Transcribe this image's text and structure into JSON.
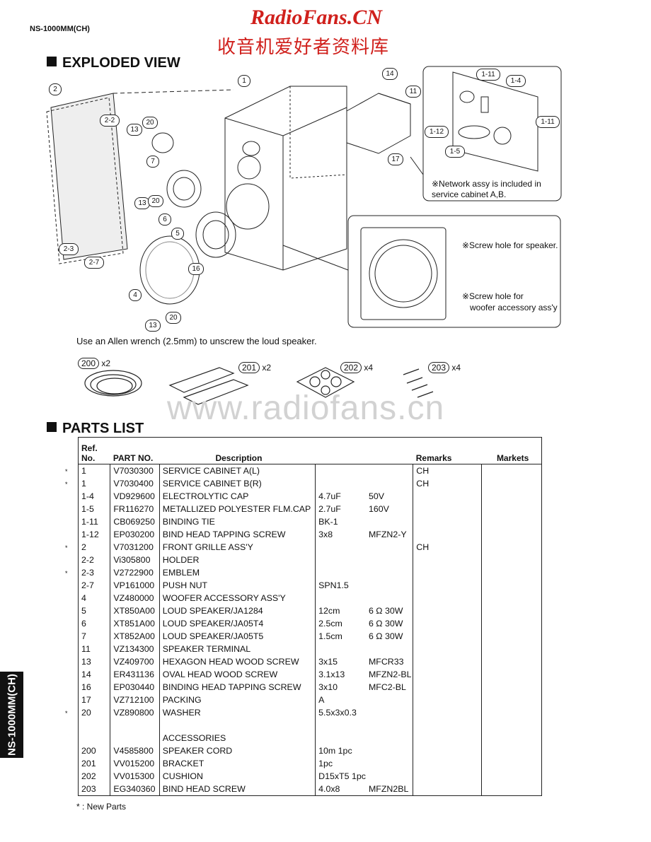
{
  "header": {
    "model_code": "NS-1000MM(CH)",
    "watermark_title": "RadioFans.CN",
    "watermark_cn": "收音机爱好者资料库"
  },
  "exploded_view": {
    "title": "EXPLODED VIEW",
    "callouts": [
      "1",
      "2",
      "2-2",
      "2-3",
      "2-7",
      "4",
      "5",
      "6",
      "7",
      "11",
      "13",
      "13",
      "13",
      "14",
      "16",
      "17",
      "20",
      "20",
      "20",
      "1-11",
      "1-4",
      "1-11",
      "1-12",
      "1-5"
    ],
    "network_note": "※Network assy is included in service cabinet A,B.",
    "screw_note_speaker": "※Screw hole for speaker.",
    "screw_note_woofer_1": "※Screw hole for",
    "screw_note_woofer_2": "woofer accessory ass'y",
    "allen_note": "Use an Allen wrench (2.5mm) to unscrew the loud speaker.",
    "accessories": [
      {
        "ref": "200",
        "qty": "x2"
      },
      {
        "ref": "201",
        "qty": "x2"
      },
      {
        "ref": "202",
        "qty": "x4"
      },
      {
        "ref": "203",
        "qty": "x4"
      }
    ],
    "site_watermark": "www.radiofans.cn"
  },
  "parts_list": {
    "title": "PARTS LIST",
    "headers": {
      "ref_1": "Ref.",
      "ref_2": "No.",
      "part_no": "PART NO.",
      "description": "Description",
      "remarks": "Remarks",
      "markets": "Markets"
    },
    "rows": [
      {
        "new": "*",
        "ref": "1",
        "part": "V7030300",
        "desc": "SERVICE CABINET A(L)",
        "spec1": "",
        "spec2": "",
        "remarks": "CH"
      },
      {
        "new": "*",
        "ref": "1",
        "part": "V7030400",
        "desc": "SERVICE CABINET B(R)",
        "spec1": "",
        "spec2": "",
        "remarks": "CH"
      },
      {
        "new": "",
        "ref": "1-4",
        "part": "VD929600",
        "desc": "ELECTROLYTIC CAP",
        "spec1": "4.7uF",
        "spec2": "50V",
        "remarks": ""
      },
      {
        "new": "",
        "ref": "1-5",
        "part": "FR116270",
        "desc": "METALLIZED POLYESTER FLM.CAP",
        "spec1": "2.7uF",
        "spec2": "160V",
        "remarks": ""
      },
      {
        "new": "",
        "ref": "1-11",
        "part": "CB069250",
        "desc": "BINDING TIE",
        "spec1": "BK-1",
        "spec2": "",
        "remarks": ""
      },
      {
        "new": "",
        "ref": "1-12",
        "part": "EP030200",
        "desc": "BIND HEAD TAPPING SCREW",
        "spec1": "3x8",
        "spec2": "MFZN2-Y",
        "remarks": ""
      },
      {
        "new": "*",
        "ref": "2",
        "part": "V7031200",
        "desc": "FRONT GRILLE ASS'Y",
        "spec1": "",
        "spec2": "",
        "remarks": "CH"
      },
      {
        "new": "",
        "ref": "2-2",
        "part": "Vi305800",
        "desc": "HOLDER",
        "spec1": "",
        "spec2": "",
        "remarks": ""
      },
      {
        "new": "*",
        "ref": "2-3",
        "part": "V2722900",
        "desc": "EMBLEM",
        "spec1": "",
        "spec2": "",
        "remarks": ""
      },
      {
        "new": "",
        "ref": "2-7",
        "part": "VP161000",
        "desc": "PUSH NUT",
        "spec1": "SPN1.5",
        "spec2": "",
        "remarks": ""
      },
      {
        "new": "",
        "ref": "4",
        "part": "VZ480000",
        "desc": "WOOFER ACCESSORY ASS'Y",
        "spec1": "",
        "spec2": "",
        "remarks": ""
      },
      {
        "new": "",
        "ref": "5",
        "part": "XT850A00",
        "desc": "LOUD SPEAKER/JA1284",
        "spec1": "12cm",
        "spec2": "6 Ω 30W",
        "remarks": ""
      },
      {
        "new": "",
        "ref": "6",
        "part": "XT851A00",
        "desc": "LOUD SPEAKER/JA05T4",
        "spec1": "2.5cm",
        "spec2": "6 Ω 30W",
        "remarks": ""
      },
      {
        "new": "",
        "ref": "7",
        "part": "XT852A00",
        "desc": "LOUD SPEAKER/JA05T5",
        "spec1": "1.5cm",
        "spec2": "6 Ω 30W",
        "remarks": ""
      },
      {
        "new": "",
        "ref": "11",
        "part": "VZ134300",
        "desc": "SPEAKER TERMINAL",
        "spec1": "",
        "spec2": "",
        "remarks": ""
      },
      {
        "new": "",
        "ref": "13",
        "part": "VZ409700",
        "desc": "HEXAGON HEAD WOOD SCREW",
        "spec1": "3x15",
        "spec2": "MFCR33",
        "remarks": ""
      },
      {
        "new": "",
        "ref": "14",
        "part": "ER431136",
        "desc": "OVAL HEAD WOOD SCREW",
        "spec1": "3.1x13",
        "spec2": "MFZN2-BL",
        "remarks": ""
      },
      {
        "new": "",
        "ref": "16",
        "part": "EP030440",
        "desc": "BINDING HEAD TAPPING SCREW",
        "spec1": "3x10",
        "spec2": "MFC2-BL",
        "remarks": ""
      },
      {
        "new": "",
        "ref": "17",
        "part": "VZ712100",
        "desc": "PACKING",
        "spec1": "A",
        "spec2": "",
        "remarks": ""
      },
      {
        "new": "*",
        "ref": "20",
        "part": "VZ890800",
        "desc": "WASHER",
        "spec1": "5.5x3x0.3",
        "spec2": "",
        "remarks": ""
      },
      {
        "new": "",
        "ref": "",
        "part": "",
        "desc": "",
        "spec1": "",
        "spec2": "",
        "remarks": ""
      },
      {
        "new": "",
        "ref": "",
        "part": "",
        "desc": "ACCESSORIES",
        "spec1": "",
        "spec2": "",
        "remarks": ""
      },
      {
        "new": "",
        "ref": "200",
        "part": "V4585800",
        "desc": "SPEAKER CORD",
        "spec1": "10m 1pc",
        "spec2": "",
        "remarks": ""
      },
      {
        "new": "",
        "ref": "201",
        "part": "VV015200",
        "desc": "BRACKET",
        "spec1": "1pc",
        "spec2": "",
        "remarks": ""
      },
      {
        "new": "",
        "ref": "202",
        "part": "VV015300",
        "desc": "CUSHION",
        "spec1": "D15xT5 1pc",
        "spec2": "",
        "remarks": ""
      },
      {
        "new": "",
        "ref": "203",
        "part": "EG340360",
        "desc": "BIND HEAD SCREW",
        "spec1": "4.0x8",
        "spec2": "MFZN2BL",
        "remarks": ""
      }
    ],
    "legend": "* : New Parts"
  },
  "side_tab": "NS-1000MM(CH)"
}
